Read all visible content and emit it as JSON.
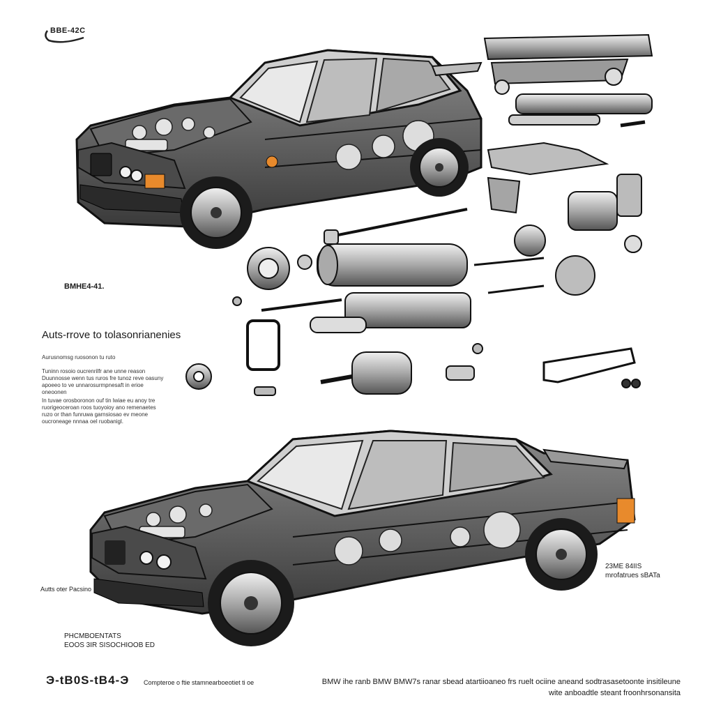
{
  "logo": {
    "text": "BBE-42C"
  },
  "labels": {
    "model_top": "BMHE4-41.",
    "heading": "Auts-rrove to tolasonrianenies",
    "sub_heading": "Aurusnomsg ruosonon tu ruto",
    "para1": "Tuninn rosoio oucrenrilfr ane unne reason Duunnosse wenn tus ruros fre tunoz reve oasuny apoeeo to ve unnarosurmpnesaft in erioe oneoonen",
    "para2": "In tuvae orosboronon ouf tin lwiae eu anoy tre ruorigeoceroan roos tuoyoioy ano remenaetes ruzo or than funruwa garnsiosao ev meone oucroneage nnnaa oel ruobanigl.",
    "side_left": "Autts oter Pacsino",
    "side_right_line1": "23ME 84IIS",
    "side_right_line2": "mrofatrues sBATa",
    "bottom_left_line1": "PHCMBOENTATS",
    "bottom_left_line2": "EOOS 3IR SISOCHIOOB ED"
  },
  "footer": {
    "code": "Э-tB0S-tB4-Э",
    "caption": "Compteroe o ftie stamnearboeotiet ti oe",
    "right_line1": "BMW ihe ranb BMW BMW7s ranar sbead atartiioaneo frs ruelt ociine aneand sodtrasasetoonte insitileune",
    "right_line2": "wite anboadtle steant froonhrsonansita"
  }
}
